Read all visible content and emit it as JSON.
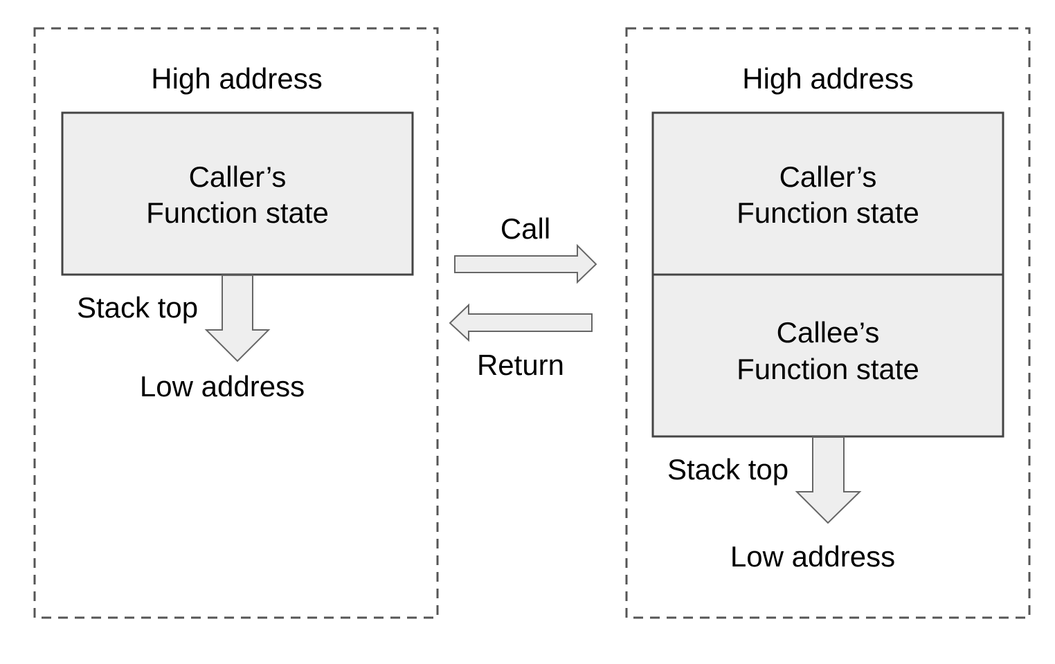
{
  "left_panel": {
    "high_address": "High address",
    "caller_line1": "Caller’s",
    "caller_line2": "Function state",
    "stack_top": "Stack top",
    "low_address": "Low address"
  },
  "middle": {
    "call": "Call",
    "return": "Return"
  },
  "right_panel": {
    "high_address": "High address",
    "caller_line1": "Caller’s",
    "caller_line2": "Function state",
    "callee_line1": "Callee’s",
    "callee_line2": "Function state",
    "stack_top": "Stack top",
    "low_address": "Low address"
  },
  "colors": {
    "box_fill": "#eeeeee",
    "stroke": "#444444",
    "arrow_fill": "#eeeeee",
    "dashed_border": "#555555"
  }
}
